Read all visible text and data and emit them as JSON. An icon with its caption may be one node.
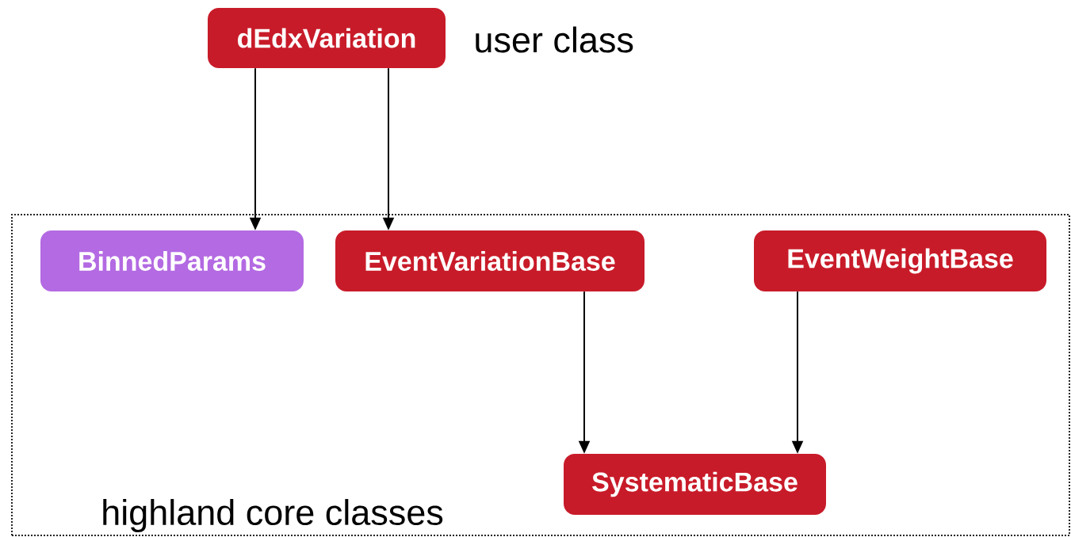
{
  "diagram": {
    "nodes": [
      {
        "text": [
          "dEdxVariation"
        ],
        "beside": [
          "user class"
        ]
      },
      {
        "text": [
          "highland core classes"
        ]
      },
      {
        "text": [
          "BinnedParams"
        ],
        "in": 1
      },
      {
        "text": [
          "EventVariationBase"
        ],
        "in": 1
      },
      {
        "text": [
          "EventWeightBase"
        ],
        "in": 1
      },
      {
        "text": [
          "SystematicBase"
        ],
        "in": 1
      }
    ],
    "edges": [
      {
        "from": 0,
        "to": 2,
        "arrow": "to"
      },
      {
        "from": 0,
        "to": 3,
        "arrow": "to"
      },
      {
        "from": 3,
        "to": 5,
        "arrow": "to"
      },
      {
        "from": 4,
        "to": 5,
        "arrow": "to"
      }
    ]
  }
}
